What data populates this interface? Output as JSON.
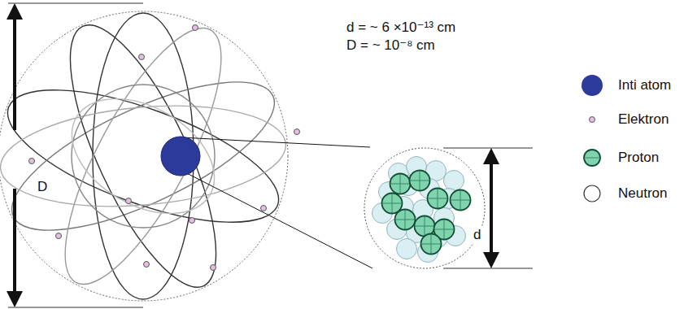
{
  "diagram": {
    "labels": [
      "d = ~ 6 ×10⁻¹³ cm",
      "D = ~ 10⁻⁸ cm",
      "D",
      "d"
    ],
    "legend": [
      {
        "text": "Inti atom",
        "color": "#2c3a9c"
      },
      {
        "text": "Elektron"
      },
      {
        "text": "Proton"
      },
      {
        "text": "Neutron"
      }
    ]
  }
}
